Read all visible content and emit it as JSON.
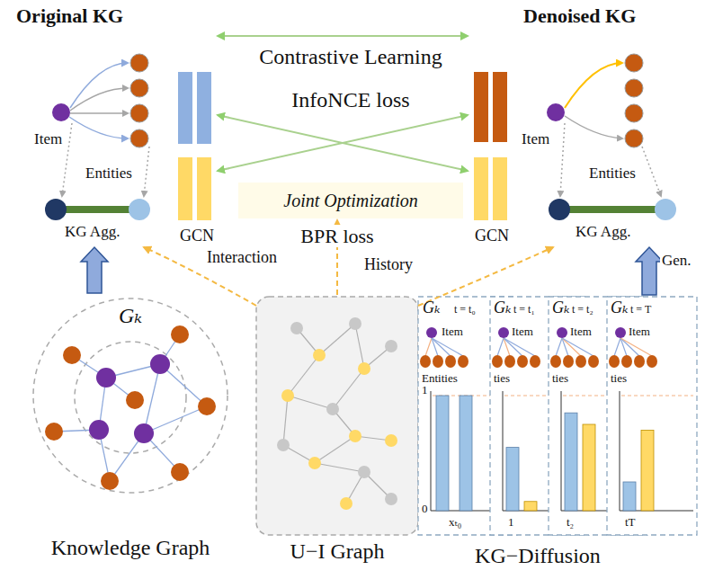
{
  "diagram": {
    "nodes": [
      {
        "text": [
          "Original KG",
          "Item",
          "Entities",
          "KG Agg."
        ]
      },
      {
        "text": [
          "Denoised KG",
          "Item",
          "Entities",
          "KG Agg."
        ]
      },
      {
        "text": [
          "Joint Optimization"
        ]
      },
      {
        "text": [
          "Gₖ",
          "Knowledge Graph"
        ]
      },
      {
        "text": [
          "U−I Graph"
        ]
      },
      {
        "text": [
          "Gₖ",
          "t = t₀",
          "Item",
          "Entities",
          "xₜ₀"
        ]
      },
      {
        "text": [
          "Gₖ",
          "t = t₁",
          "Item",
          "ties",
          "1"
        ]
      },
      {
        "text": [
          "Gₖ",
          "t = t₂",
          "Item",
          "ties",
          "t₂"
        ]
      },
      {
        "text": [
          "Gₖ",
          "t = T",
          "Item",
          "ties",
          "tT"
        ]
      }
    ],
    "edges": [
      {
        "from": 3,
        "to": 0,
        "arrow": "to"
      },
      {
        "from": 8,
        "to": 1,
        "arrow": "to",
        "label": "Gen."
      },
      {
        "from": 4,
        "to": 2,
        "arrow": "to",
        "label": "BPR loss"
      },
      {
        "from": 4,
        "to": 0,
        "arrow": "to"
      },
      {
        "from": 4,
        "to": 1,
        "arrow": "to"
      }
    ],
    "labels": [
      "Contrastive Learning",
      "InfoNCE loss",
      "GCN",
      "GCN",
      "Interaction",
      "History",
      "1",
      "0",
      "KG−Diffusion"
    ]
  }
}
